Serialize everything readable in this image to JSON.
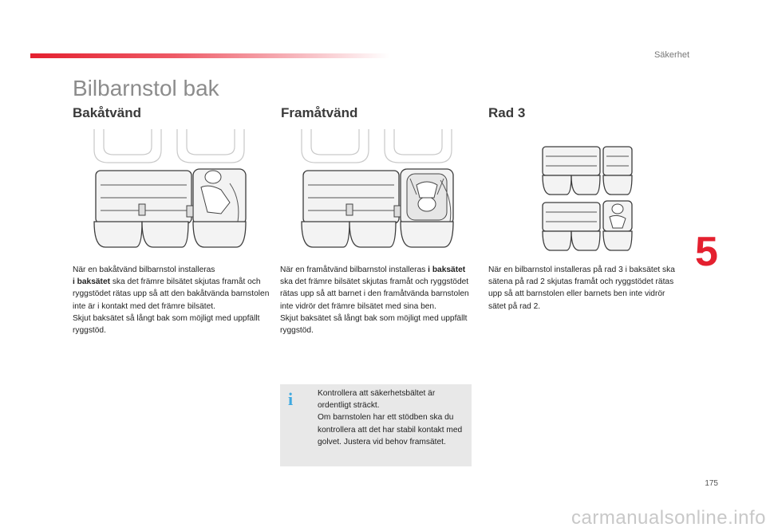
{
  "header": {
    "section": "Säkerhet"
  },
  "page": {
    "title": "Bilbarnstol bak",
    "chapter_number": "5",
    "page_number": "175"
  },
  "columns": [
    {
      "heading": "Bakåtvänd",
      "paragraph1_pre": "När en bakåtvänd bilbarnstol installeras",
      "paragraph1_bold": "i baksätet",
      "paragraph1_post": " ska det främre bilsätet skjutas framåt och ryggstödet rätas upp så att den bakåtvända barnstolen inte är i kontakt med det främre bilsätet.",
      "paragraph2": "Skjut baksätet så långt bak som möjligt med uppfällt ryggstöd."
    },
    {
      "heading": "Framåtvänd",
      "paragraph1_pre": "När en framåtvänd bilbarnstol installeras ",
      "paragraph1_bold": "i baksätet",
      "paragraph1_post": " ska det främre bilsätet skjutas framåt och ryggstödet rätas upp så att barnet i den framåtvända barnstolen inte vidrör det främre bilsätet med sina ben.",
      "paragraph2": "Skjut baksätet så långt bak som möjligt med uppfällt ryggstöd."
    },
    {
      "heading": "Rad 3",
      "paragraph1": "När en bilbarnstol installeras på rad 3 i baksätet ska sätena på rad 2 skjutas framåt och ryggstödet rätas upp så att barnstolen eller barnets ben inte vidrör sätet på rad 2."
    }
  ],
  "info_box": {
    "icon": "info-icon",
    "line1": "Kontrollera att säkerhetsbältet är ordentligt sträckt.",
    "line2": "Om barnstolen har ett stödben ska du kontrollera att det har stabil kontakt med golvet. Justera vid behov framsätet."
  },
  "colors": {
    "accent": "#e4202f",
    "info_icon": "#3fa9e0",
    "info_bg": "#e8e8e8",
    "title": "#8c8c8c"
  },
  "watermark": "carmanualsonline.info"
}
